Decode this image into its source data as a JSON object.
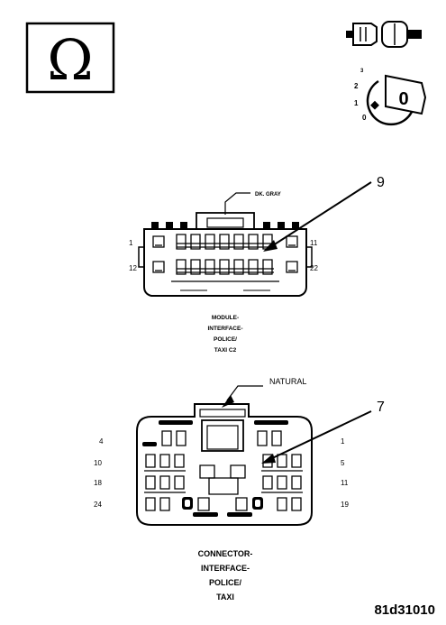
{
  "ohm_symbol": "Ω",
  "ignition": {
    "positions": [
      "3",
      "2",
      "1",
      "0"
    ],
    "key_label": "0"
  },
  "connector_c2": {
    "wire_color": "DK. GRAY",
    "callout": "9",
    "pins": {
      "top_left": "1",
      "top_right": "11",
      "bottom_left": "12",
      "bottom_right": "22"
    },
    "caption_lines": [
      "MODULE-",
      "INTERFACE-",
      "POLICE/",
      "TAXI C2"
    ]
  },
  "connector_2": {
    "wire_color": "NATURAL",
    "callout": "7",
    "pins": {
      "row1_left": "4",
      "row1_right": "1",
      "row2_left": "10",
      "row2_right": "5",
      "row3_left": "18",
      "row3_right": "11",
      "row4_left": "24",
      "row4_right": "19"
    },
    "caption_lines": [
      "CONNECTOR-",
      "INTERFACE-",
      "POLICE/",
      "TAXI"
    ]
  },
  "document_id": "81d31010",
  "colors": {
    "ink": "#000000",
    "paper": "#ffffff"
  }
}
